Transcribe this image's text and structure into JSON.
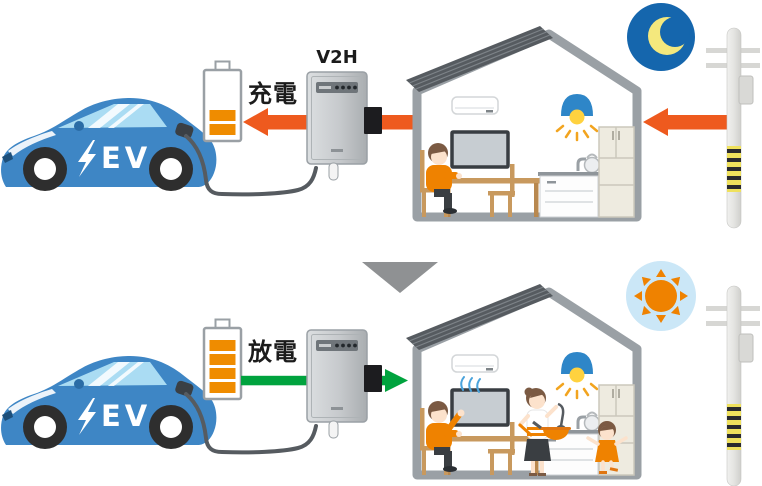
{
  "unit": {
    "label": "V2H"
  },
  "car": {
    "badge": "EV",
    "bolt_icon": "lightning-bolt-icon"
  },
  "colors": {
    "car_body": "#3e86c5",
    "battery_bar": "#ef8c00",
    "arrow_charge": "#ee5a1e",
    "arrow_discharge": "#00a33e",
    "moon_sky": "#1566ad",
    "moon": "#f4e87d",
    "sun_sky": "#cbe7f7",
    "sun": "#ef8200",
    "roof": "#565b60",
    "wall_outline": "#9aa0a5",
    "triangle": "#8f9193"
  },
  "scene_night": {
    "flow_label": "充電",
    "arrow_color": "#ee5a1e",
    "battery_bars_filled": 2,
    "sky_icon": "moon-icon"
  },
  "scene_day": {
    "flow_label": "放電",
    "arrow_color": "#00a33e",
    "battery_bars_filled": 4,
    "sky_icon": "sun-icon"
  }
}
